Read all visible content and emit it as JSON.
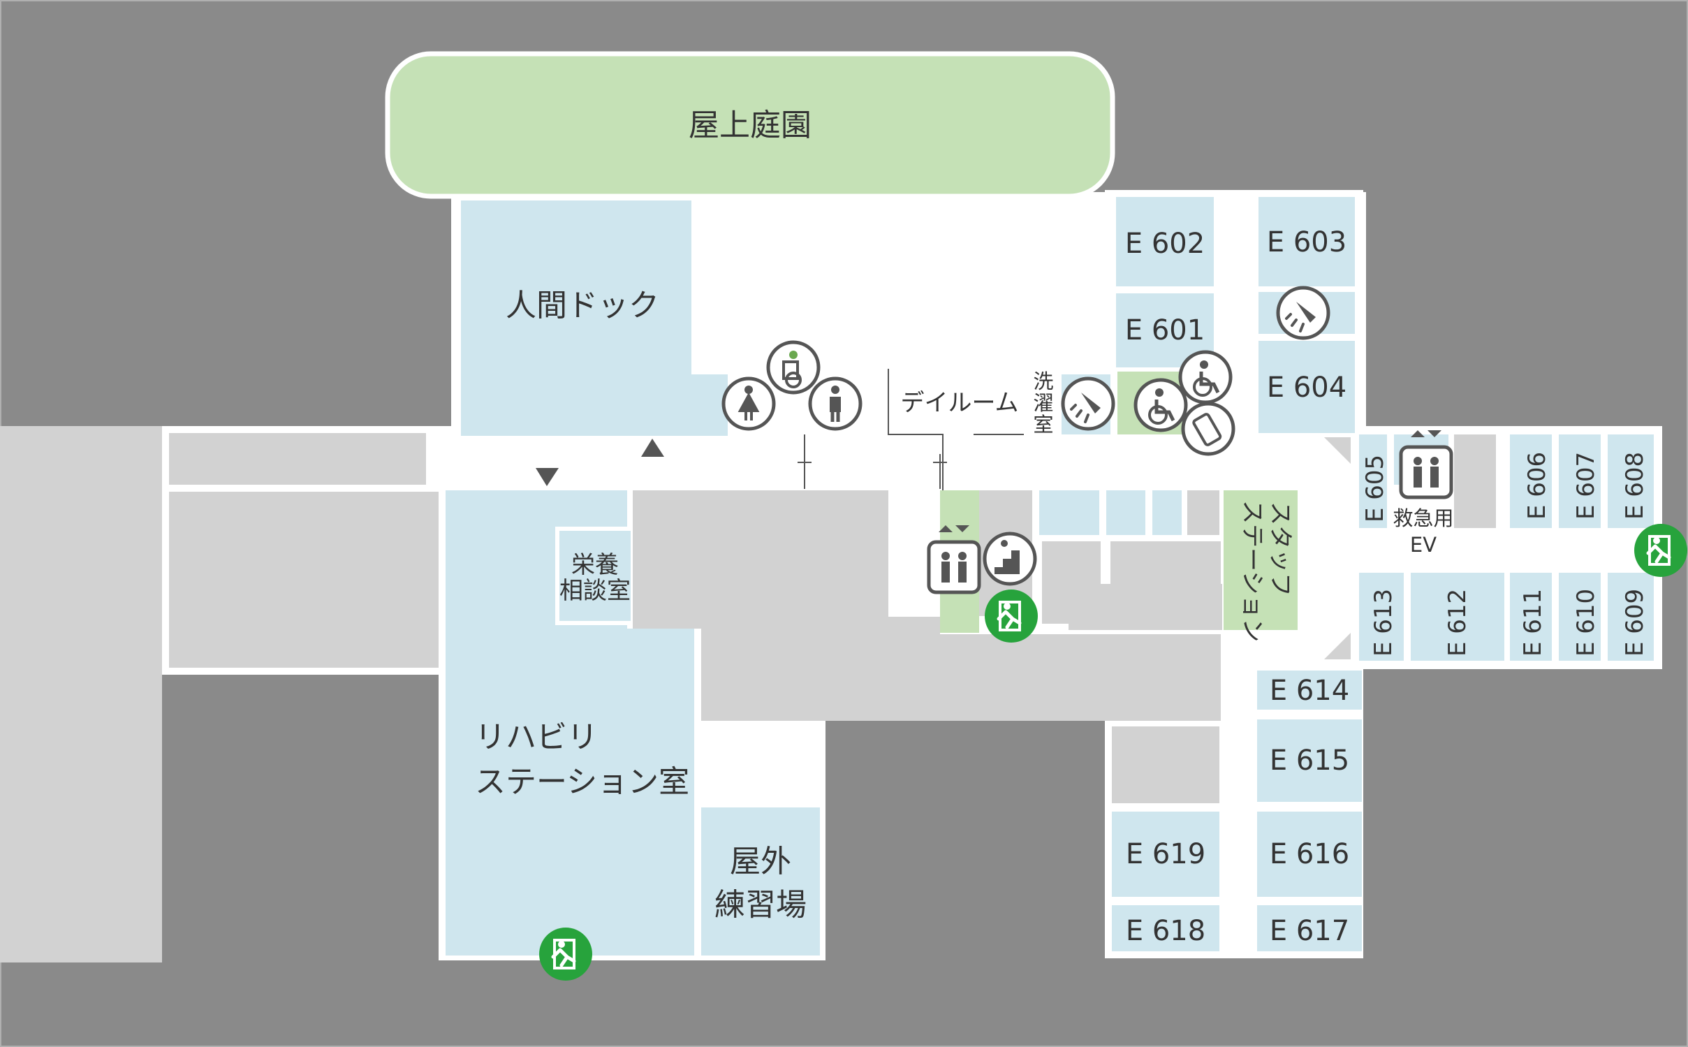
{
  "colors": {
    "outside": "#8a8a8a",
    "wall": "#ffffff",
    "corridor": "#ffffff",
    "room": "#cfe6ee",
    "service": "#d2d2d2",
    "green": "#c5e1b6",
    "exit": "#27a33c",
    "text": "#333333"
  },
  "icons": {
    "restroom": [
      "wheelchair-restroom-icon",
      "womens-restroom-icon",
      "mens-restroom-icon"
    ],
    "shower": "shower-icon",
    "laundry_shower": "shower-icon",
    "elevator": "elevator-icon",
    "stairs": "stairs-icon",
    "emergency_exit": "emergency-exit-icon",
    "phone": "mobile-phone-area-icon",
    "direction": "direction-arrow-icon"
  },
  "labels": {
    "rooftop_garden": "屋上庭園",
    "health_checkup": "人間ドック",
    "day_room": "デイルーム",
    "laundry": [
      "洗",
      "濯",
      "室"
    ],
    "nutrition": [
      "栄養",
      "相談室"
    ],
    "rehab": [
      "リハビリ",
      "ステーション室"
    ],
    "outdoor_practice": [
      "屋外",
      "練習場"
    ],
    "staff_station": [
      "スタッフ",
      "ステーション"
    ],
    "emergency_ev": [
      "救急用",
      "EV"
    ]
  },
  "rooms": {
    "r602": "E 602",
    "r603": "E 603",
    "r601": "E 601",
    "r604": "E 604",
    "r605": "E 605",
    "r606": "E 606",
    "r607": "E 607",
    "r608": "E 608",
    "r609": "E 609",
    "r610": "E 610",
    "r611": "E 611",
    "r612": "E 612",
    "r613": "E 613",
    "r614": "E 614",
    "r615": "E 615",
    "r616": "E 616",
    "r617": "E 617",
    "r618": "E 618",
    "r619": "E 619"
  }
}
